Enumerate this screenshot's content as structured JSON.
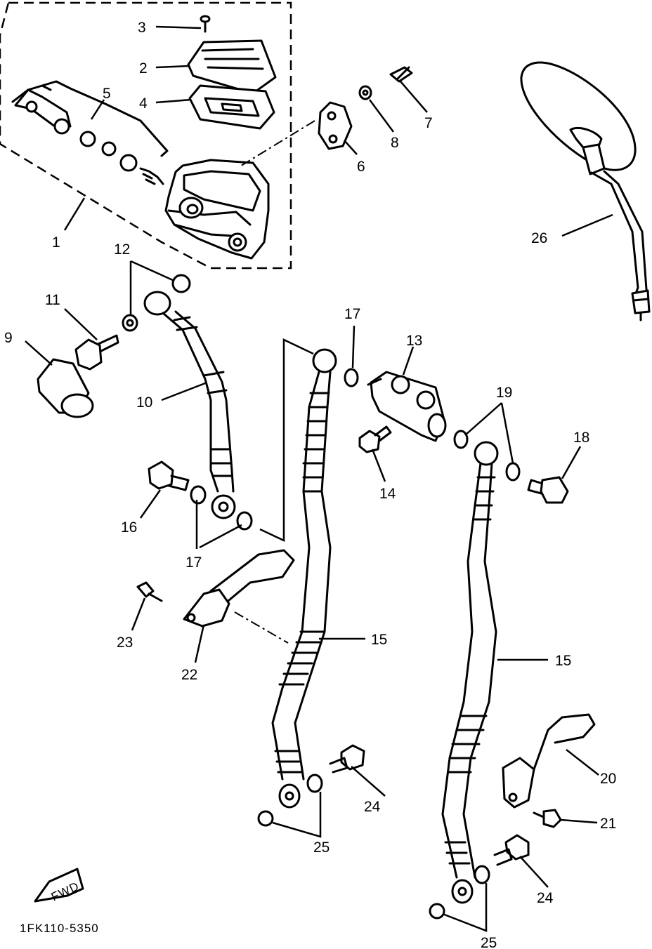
{
  "diagram": {
    "code": "1FK110-5350",
    "fwd_badge": "FWD",
    "labels": {
      "p1": "1",
      "p2": "2",
      "p3": "3",
      "p4": "4",
      "p5": "5",
      "p6": "6",
      "p7": "7",
      "p8": "8",
      "p9": "9",
      "p10": "10",
      "p11": "11",
      "p12": "12",
      "p13": "13",
      "p14": "14",
      "p15a": "15",
      "p15b": "15",
      "p16": "16",
      "p17a": "17",
      "p17b": "17",
      "p18": "18",
      "p19": "19",
      "p20": "20",
      "p21": "21",
      "p22": "22",
      "p23": "23",
      "p24a": "24",
      "p24b": "24",
      "p25a": "25",
      "p25b": "25",
      "p26": "26"
    }
  }
}
